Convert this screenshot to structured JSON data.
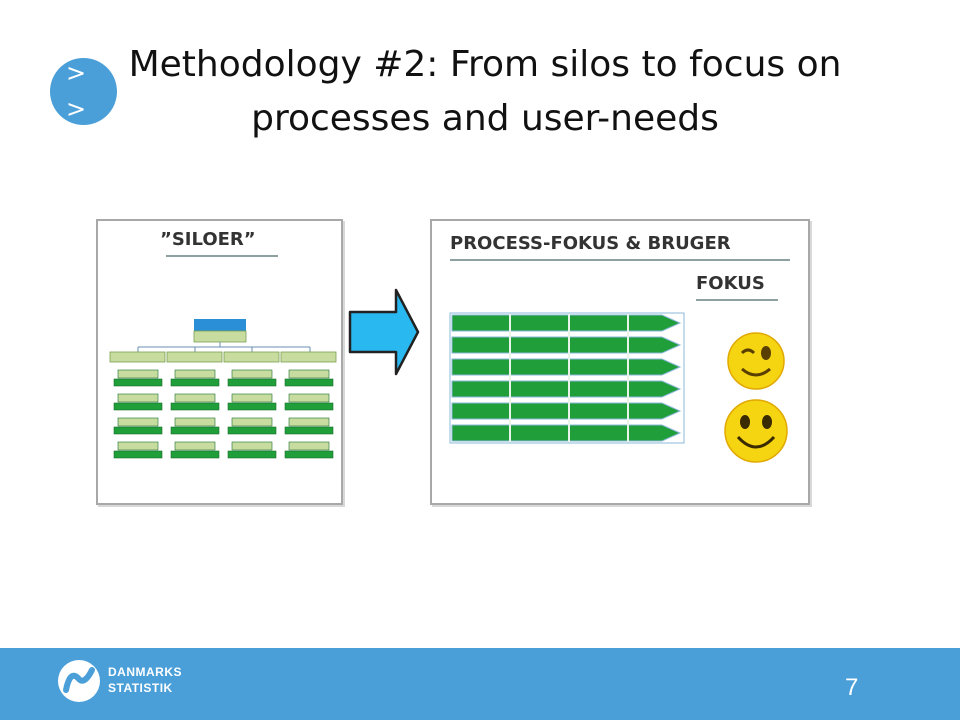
{
  "slide": {
    "badge_chars": [
      ">",
      ">"
    ],
    "title_line1": "Methodology #2: From silos to focus on",
    "title_line2": "processes and user-needs",
    "page_number": "7"
  },
  "left_panel": {
    "title": "”SILOER”"
  },
  "right_panel": {
    "title_line1": "PROCESS-FOKUS  &  BRUGER",
    "title_line2": "FOKUS"
  },
  "footer": {
    "logo_line1": "DANMARKS",
    "logo_line2": "STATISTIK"
  },
  "colors": {
    "accent_blue": "#4a9fd9",
    "arrow_cyan": "#29b9f0",
    "bar_green": "#1f9e3a",
    "box_light_green": "#c9dca0",
    "box_top_blue": "#2a8fd6",
    "smiley_yellow": "#f5d512"
  },
  "icons": [
    "chevron-right-icon",
    "right-arrow-icon",
    "winking-smiley-icon",
    "smiley-icon",
    "danmarks-statistik-logo-icon"
  ]
}
